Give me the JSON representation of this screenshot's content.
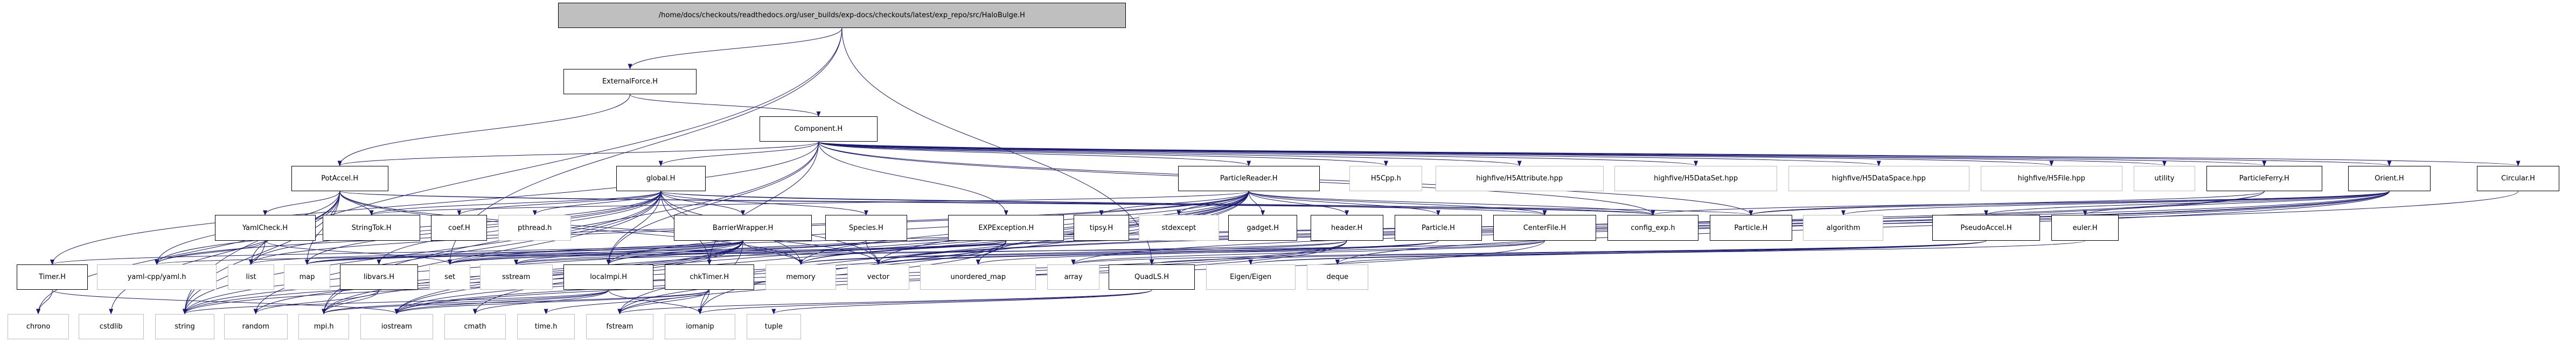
{
  "graph": {
    "root": "/home/docs/checkouts/readthedocs.org/user_builds/exp-docs/checkouts/latest/exp_repo/src/HaloBulge.H",
    "nodes": [
      {
        "id": "root",
        "label": "/home/docs/checkouts/readthedocs.org/user_builds/exp-docs/checkouts/latest/exp_repo/src/HaloBulge.H"
      },
      {
        "id": "ExternalForce",
        "label": "ExternalForce.H"
      },
      {
        "id": "Component",
        "label": "Component.H"
      },
      {
        "id": "PotAccel",
        "label": "PotAccel.H"
      },
      {
        "id": "global",
        "label": "global.H"
      },
      {
        "id": "ParticleReader",
        "label": "ParticleReader.H"
      },
      {
        "id": "H5Cpp",
        "label": "H5Cpp.h"
      },
      {
        "id": "h5attr",
        "label": "highfive/H5Attribute.hpp"
      },
      {
        "id": "h5dset",
        "label": "highfive/H5DataSet.hpp"
      },
      {
        "id": "h5dspace",
        "label": "highfive/H5DataSpace.hpp"
      },
      {
        "id": "h5file",
        "label": "highfive/H5File.hpp"
      },
      {
        "id": "utility",
        "label": "utility"
      },
      {
        "id": "ParticleFerry",
        "label": "ParticleFerry.H"
      },
      {
        "id": "Orient",
        "label": "Orient.H"
      },
      {
        "id": "Circular",
        "label": "Circular.H"
      },
      {
        "id": "YamlCheck",
        "label": "YamlCheck.H"
      },
      {
        "id": "StringTok",
        "label": "StringTok.H"
      },
      {
        "id": "coef",
        "label": "coef.H"
      },
      {
        "id": "pthread",
        "label": "pthread.h"
      },
      {
        "id": "BarrierWrapper",
        "label": "BarrierWrapper.H"
      },
      {
        "id": "Species",
        "label": "Species.H"
      },
      {
        "id": "EXPException",
        "label": "EXPException.H"
      },
      {
        "id": "tipsy",
        "label": "tipsy.H"
      },
      {
        "id": "stdexcept",
        "label": "stdexcept"
      },
      {
        "id": "gadget",
        "label": "gadget.H"
      },
      {
        "id": "header",
        "label": "header.H"
      },
      {
        "id": "Particle",
        "label": "Particle.H"
      },
      {
        "id": "CenterFile",
        "label": "CenterFile.H"
      },
      {
        "id": "config_exp",
        "label": "config_exp.h"
      },
      {
        "id": "ParticleH",
        "label": "Particle.H"
      },
      {
        "id": "algorithm",
        "label": "algorithm"
      },
      {
        "id": "PseudoAccel",
        "label": "PseudoAccel.H"
      },
      {
        "id": "euler",
        "label": "euler.H"
      },
      {
        "id": "Timer",
        "label": "Timer.H"
      },
      {
        "id": "yaml",
        "label": "yaml-cpp/yaml.h"
      },
      {
        "id": "list",
        "label": "list"
      },
      {
        "id": "map",
        "label": "map"
      },
      {
        "id": "libvars",
        "label": "libvars.H"
      },
      {
        "id": "set",
        "label": "set"
      },
      {
        "id": "sstream",
        "label": "sstream"
      },
      {
        "id": "localmpi",
        "label": "localmpi.H"
      },
      {
        "id": "chkTimer",
        "label": "chkTimer.H"
      },
      {
        "id": "memory",
        "label": "memory"
      },
      {
        "id": "vector",
        "label": "vector"
      },
      {
        "id": "unordered_map",
        "label": "unordered_map"
      },
      {
        "id": "array",
        "label": "array"
      },
      {
        "id": "QuadLS",
        "label": "QuadLS.H"
      },
      {
        "id": "EigenEigen",
        "label": "Eigen/Eigen"
      },
      {
        "id": "deque",
        "label": "deque"
      },
      {
        "id": "chrono",
        "label": "chrono"
      },
      {
        "id": "cstdlib",
        "label": "cstdlib"
      },
      {
        "id": "string",
        "label": "string"
      },
      {
        "id": "random",
        "label": "random"
      },
      {
        "id": "mpi",
        "label": "mpi.h"
      },
      {
        "id": "iostream",
        "label": "iostream"
      },
      {
        "id": "cmath",
        "label": "cmath"
      },
      {
        "id": "timeh",
        "label": "time.h"
      },
      {
        "id": "fstream",
        "label": "fstream"
      },
      {
        "id": "iomanip",
        "label": "iomanip"
      },
      {
        "id": "tuple",
        "label": "tuple"
      }
    ],
    "edges": [
      [
        "root",
        "ExternalForce"
      ],
      [
        "root",
        "string"
      ],
      [
        "root",
        "set"
      ],
      [
        "root",
        "QuadLS"
      ],
      [
        "ExternalForce",
        "Component"
      ],
      [
        "ExternalForce",
        "PotAccel"
      ],
      [
        "Component",
        "PotAccel"
      ],
      [
        "Component",
        "global"
      ],
      [
        "Component",
        "ParticleReader"
      ],
      [
        "Component",
        "H5Cpp"
      ],
      [
        "Component",
        "h5attr"
      ],
      [
        "Component",
        "h5dset"
      ],
      [
        "Component",
        "h5dspace"
      ],
      [
        "Component",
        "h5file"
      ],
      [
        "Component",
        "utility"
      ],
      [
        "Component",
        "ParticleFerry"
      ],
      [
        "Component",
        "Orient"
      ],
      [
        "Component",
        "Circular"
      ],
      [
        "Component",
        "EXPException"
      ],
      [
        "Component",
        "Timer"
      ],
      [
        "Component",
        "config_exp"
      ],
      [
        "Component",
        "ParticleH"
      ],
      [
        "Component",
        "localmpi"
      ],
      [
        "Component",
        "mpi"
      ],
      [
        "Component",
        "chkTimer"
      ],
      [
        "PotAccel",
        "YamlCheck"
      ],
      [
        "PotAccel",
        "StringTok"
      ],
      [
        "PotAccel",
        "yaml"
      ],
      [
        "PotAccel",
        "list"
      ],
      [
        "PotAccel",
        "map"
      ],
      [
        "PotAccel",
        "chrono"
      ],
      [
        "PotAccel",
        "cstdlib"
      ],
      [
        "PotAccel",
        "string"
      ],
      [
        "PotAccel",
        "memory"
      ],
      [
        "PotAccel",
        "config_exp"
      ],
      [
        "PotAccel",
        "ParticleH"
      ],
      [
        "PotAccel",
        "vector"
      ],
      [
        "global",
        "coef"
      ],
      [
        "global",
        "pthread"
      ],
      [
        "global",
        "BarrierWrapper"
      ],
      [
        "global",
        "Species"
      ],
      [
        "global",
        "StringTok"
      ],
      [
        "global",
        "yaml"
      ],
      [
        "global",
        "list"
      ],
      [
        "global",
        "map"
      ],
      [
        "global",
        "libvars"
      ],
      [
        "global",
        "string"
      ],
      [
        "global",
        "random"
      ],
      [
        "global",
        "mpi"
      ],
      [
        "global",
        "localmpi"
      ],
      [
        "global",
        "chkTimer"
      ],
      [
        "global",
        "memory"
      ],
      [
        "global",
        "vector"
      ],
      [
        "global",
        "config_exp"
      ],
      [
        "global",
        "CenterFile"
      ],
      [
        "ParticleReader",
        "StringTok"
      ],
      [
        "ParticleReader",
        "tipsy"
      ],
      [
        "ParticleReader",
        "stdexcept"
      ],
      [
        "ParticleReader",
        "gadget"
      ],
      [
        "ParticleReader",
        "header"
      ],
      [
        "ParticleReader",
        "Particle"
      ],
      [
        "ParticleReader",
        "CenterFile"
      ],
      [
        "ParticleReader",
        "config_exp"
      ],
      [
        "ParticleReader",
        "list"
      ],
      [
        "ParticleReader",
        "memory"
      ],
      [
        "ParticleReader",
        "vector"
      ],
      [
        "ParticleReader",
        "unordered_map"
      ],
      [
        "ParticleReader",
        "mpi"
      ],
      [
        "ParticleReader",
        "cmath"
      ],
      [
        "ParticleReader",
        "fstream"
      ],
      [
        "ParticleReader",
        "iostream"
      ],
      [
        "ParticleReader",
        "iomanip"
      ],
      [
        "ParticleReader",
        "string"
      ],
      [
        "ParticleReader",
        "localmpi"
      ],
      [
        "ParticleReader",
        "yaml"
      ],
      [
        "ParticleFerry",
        "ParticleH"
      ],
      [
        "ParticleFerry",
        "localmpi"
      ],
      [
        "ParticleFerry",
        "memory"
      ],
      [
        "Orient",
        "config_exp"
      ],
      [
        "Orient",
        "ParticleH"
      ],
      [
        "Orient",
        "algorithm"
      ],
      [
        "Orient",
        "PseudoAccel"
      ],
      [
        "Orient",
        "euler"
      ],
      [
        "Orient",
        "deque"
      ],
      [
        "Orient",
        "vector"
      ],
      [
        "Orient",
        "set"
      ],
      [
        "Orient",
        "memory"
      ],
      [
        "Orient",
        "array"
      ],
      [
        "Circular",
        "vector"
      ],
      [
        "YamlCheck",
        "yaml"
      ],
      [
        "YamlCheck",
        "string"
      ],
      [
        "YamlCheck",
        "set"
      ],
      [
        "BarrierWrapper",
        "list"
      ],
      [
        "BarrierWrapper",
        "map"
      ],
      [
        "BarrierWrapper",
        "set"
      ],
      [
        "BarrierWrapper",
        "string"
      ],
      [
        "BarrierWrapper",
        "mpi"
      ],
      [
        "BarrierWrapper",
        "localmpi"
      ],
      [
        "BarrierWrapper",
        "memory"
      ],
      [
        "BarrierWrapper",
        "Timer"
      ],
      [
        "BarrierWrapper",
        "sstream"
      ],
      [
        "BarrierWrapper",
        "iostream"
      ],
      [
        "BarrierWrapper",
        "iomanip"
      ],
      [
        "BarrierWrapper",
        "random"
      ],
      [
        "Species",
        "map"
      ],
      [
        "Species",
        "set"
      ],
      [
        "Species",
        "vector"
      ],
      [
        "EXPException",
        "set"
      ],
      [
        "EXPException",
        "map"
      ],
      [
        "EXPException",
        "string"
      ],
      [
        "EXPException",
        "sstream"
      ],
      [
        "EXPException",
        "fstream"
      ],
      [
        "EXPException",
        "iostream"
      ],
      [
        "header",
        "memory"
      ],
      [
        "header",
        "string"
      ],
      [
        "header",
        "iostream"
      ],
      [
        "header",
        "fstream"
      ],
      [
        "header",
        "sstream"
      ],
      [
        "Particle",
        "vector"
      ],
      [
        "Particle",
        "memory"
      ],
      [
        "Particle",
        "unordered_map"
      ],
      [
        "CenterFile",
        "vector"
      ],
      [
        "CenterFile",
        "array"
      ],
      [
        "CenterFile",
        "iostream"
      ],
      [
        "CenterFile",
        "yaml"
      ],
      [
        "PseudoAccel",
        "deque"
      ],
      [
        "PseudoAccel",
        "EigenEigen"
      ],
      [
        "PseudoAccel",
        "array"
      ],
      [
        "PseudoAccel",
        "QuadLS"
      ],
      [
        "euler",
        "EigenEigen"
      ],
      [
        "Timer",
        "chrono"
      ],
      [
        "Timer",
        "iostream"
      ],
      [
        "libvars",
        "random"
      ],
      [
        "libvars",
        "mpi"
      ],
      [
        "localmpi",
        "mpi"
      ],
      [
        "localmpi",
        "string"
      ],
      [
        "localmpi",
        "iostream"
      ],
      [
        "localmpi",
        "iomanip"
      ],
      [
        "localmpi",
        "cmath"
      ],
      [
        "chkTimer",
        "timeh"
      ],
      [
        "chkTimer",
        "fstream"
      ],
      [
        "chkTimer",
        "iostream"
      ],
      [
        "chkTimer",
        "iomanip"
      ],
      [
        "chkTimer",
        "mpi"
      ],
      [
        "QuadLS",
        "tuple"
      ],
      [
        "QuadLS",
        "iomanip"
      ],
      [
        "QuadLS",
        "fstream"
      ]
    ]
  }
}
